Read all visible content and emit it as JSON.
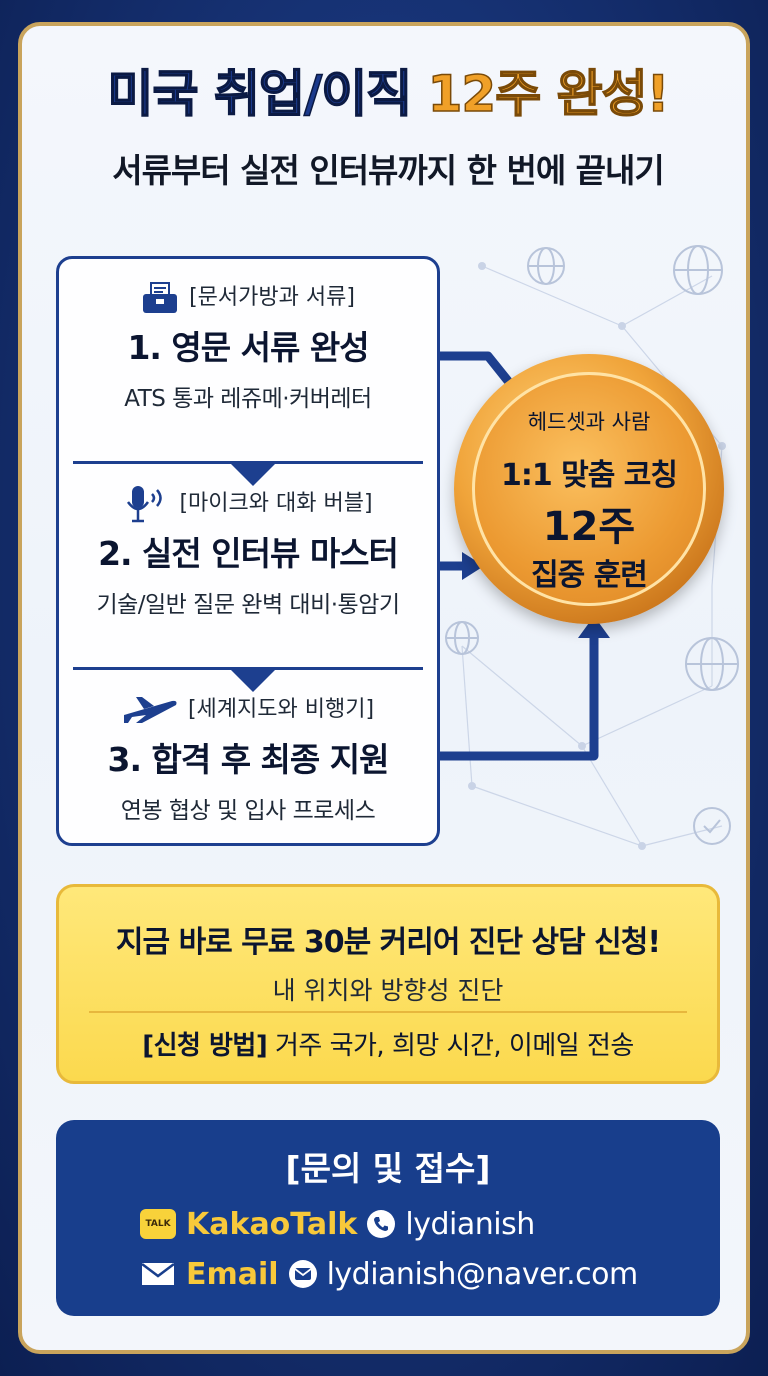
{
  "header": {
    "title_part1": "미국 취업/이직",
    "title_part2": "12주 완성!",
    "subtitle": "서류부터 실전 인터뷰까지 한 번에 끝내기"
  },
  "steps": [
    {
      "tag": "[문서가방과 서류]",
      "title": "1. 영문 서류 완성",
      "desc": "ATS 통과 레쥬메·커버레터",
      "icon": "briefcase-document-icon"
    },
    {
      "tag": "[마이크와 대화 버블]",
      "title": "2. 실전 인터뷰 마스터",
      "desc": "기술/일반 질문 완벽 대비·통암기",
      "icon": "microphone-icon"
    },
    {
      "tag": "[세계지도와 비행기]",
      "title": "3. 합격 후 최종 지원",
      "desc": "연봉 협상 및 입사 프로세스",
      "icon": "airplane-icon"
    }
  ],
  "medal": {
    "tag": "헤드셋과 사람",
    "line1": "1:1 맞춤 코칭",
    "line2": "12주",
    "line3": "집중 훈련"
  },
  "cta": {
    "main": "지금 바로 무료 30분 커리어 진단 상담 신청!",
    "sub": "내 위치와 방향성 진단",
    "method_label": "[신청 방법]",
    "method_text": "거주 국가, 희망 시간, 이메일 전송"
  },
  "contact": {
    "title": "[문의 및 접수]",
    "kakao_label": "KakaoTalk",
    "kakao_badge": "TALK",
    "kakao_id": "lydianish",
    "email_label": "Email",
    "email_address": "lydianish@naver.com"
  },
  "colors": {
    "navy": "#1b3a8c",
    "gold": "#f0a028",
    "yellow": "#fbd94e",
    "contact_bg": "#183e8c"
  }
}
